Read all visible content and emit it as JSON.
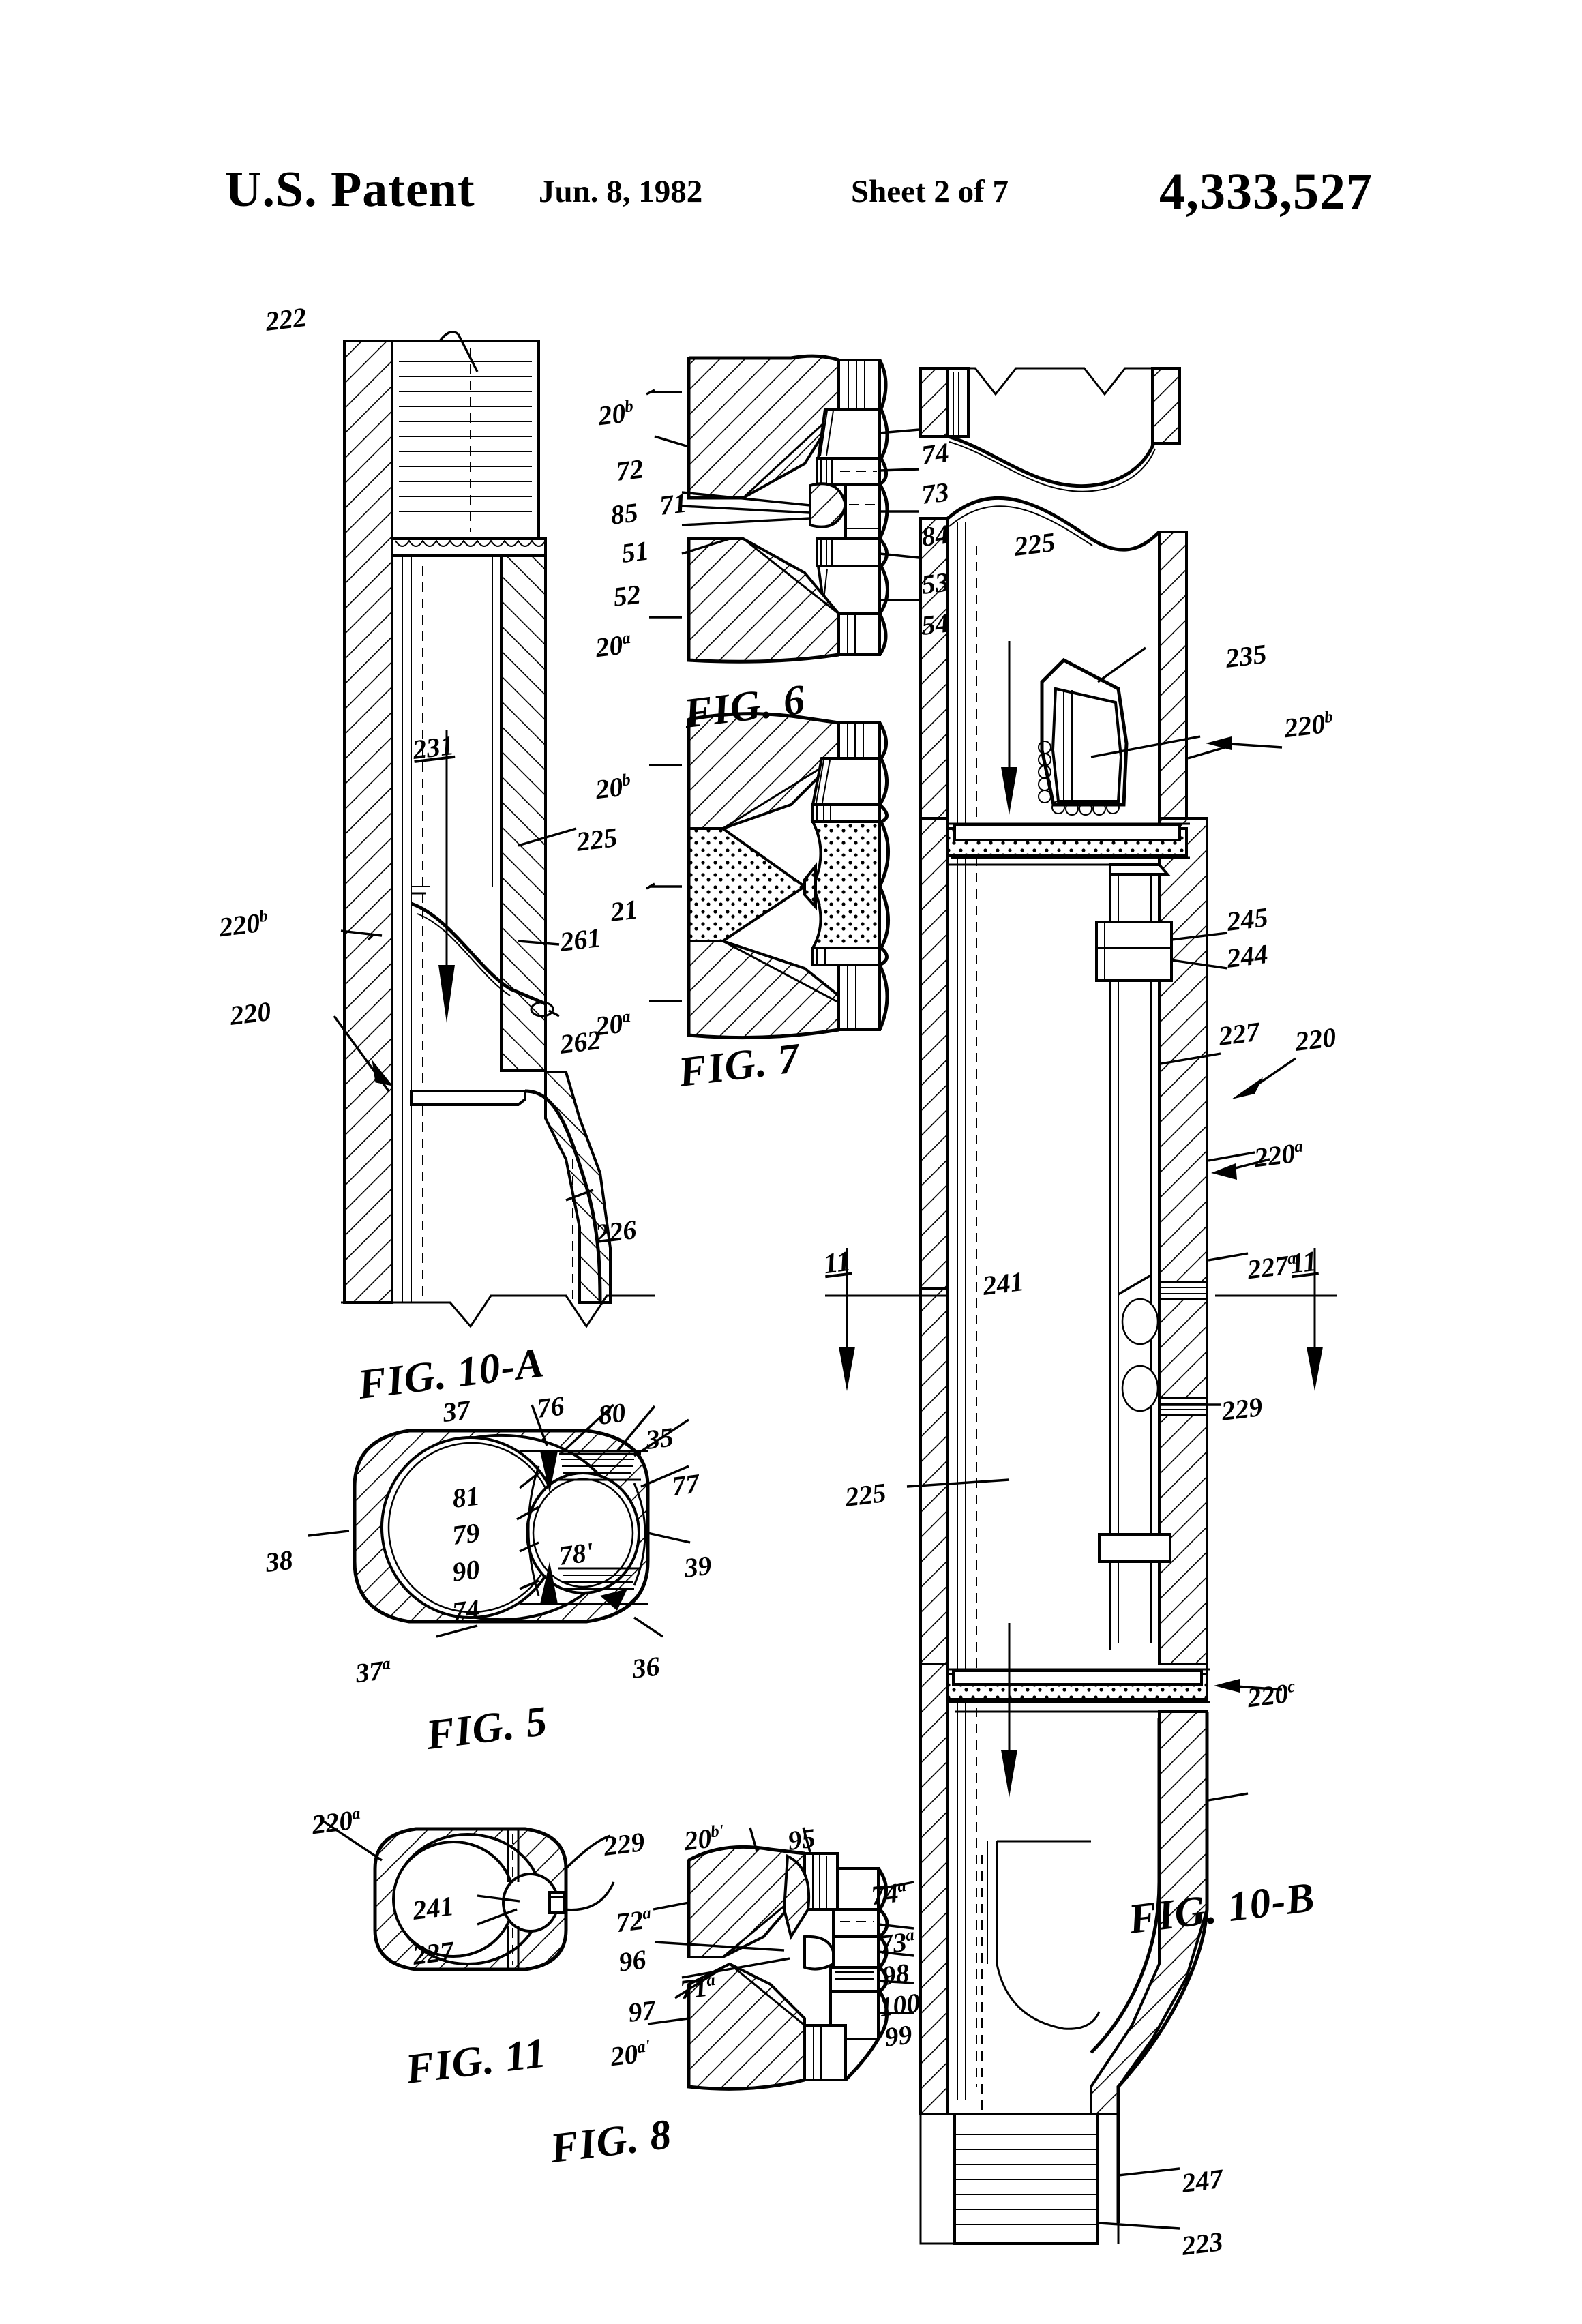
{
  "header": {
    "office": "U.S. Patent",
    "date": "Jun. 8, 1982",
    "sheet": "Sheet 2 of 7",
    "patent_number": "4,333,527"
  },
  "figures": [
    {
      "id": "fig10a",
      "caption": "FIG. 10-A",
      "labels": [
        {
          "text": "222",
          "sup": ""
        },
        {
          "text": "231",
          "sup": ""
        },
        {
          "text": "225",
          "sup": ""
        },
        {
          "text": "220",
          "sup": "b"
        },
        {
          "text": "220",
          "sup": ""
        },
        {
          "text": "261",
          "sup": ""
        },
        {
          "text": "262",
          "sup": ""
        },
        {
          "text": "226",
          "sup": ""
        }
      ]
    },
    {
      "id": "fig6",
      "caption": "FIG. 6",
      "labels": [
        {
          "text": "20",
          "sup": "b"
        },
        {
          "text": "72",
          "sup": ""
        },
        {
          "text": "85",
          "sup": ""
        },
        {
          "text": "71",
          "sup": ""
        },
        {
          "text": "51",
          "sup": ""
        },
        {
          "text": "52",
          "sup": ""
        },
        {
          "text": "20",
          "sup": "a"
        },
        {
          "text": "74",
          "sup": ""
        },
        {
          "text": "73",
          "sup": ""
        },
        {
          "text": "84",
          "sup": ""
        },
        {
          "text": "53",
          "sup": ""
        },
        {
          "text": "54",
          "sup": ""
        }
      ]
    },
    {
      "id": "fig7",
      "caption": "FIG. 7",
      "labels": [
        {
          "text": "20",
          "sup": "b"
        },
        {
          "text": "21",
          "sup": ""
        },
        {
          "text": "20",
          "sup": "a"
        }
      ]
    },
    {
      "id": "fig5",
      "caption": "FIG. 5",
      "labels": [
        {
          "text": "37",
          "sup": ""
        },
        {
          "text": "76",
          "sup": ""
        },
        {
          "text": "80",
          "sup": ""
        },
        {
          "text": "35",
          "sup": ""
        },
        {
          "text": "77",
          "sup": ""
        },
        {
          "text": "81",
          "sup": ""
        },
        {
          "text": "79",
          "sup": ""
        },
        {
          "text": "78'",
          "sup": ""
        },
        {
          "text": "90",
          "sup": ""
        },
        {
          "text": "74",
          "sup": ""
        },
        {
          "text": "38",
          "sup": ""
        },
        {
          "text": "39",
          "sup": ""
        },
        {
          "text": "37",
          "sup": "a"
        },
        {
          "text": "36",
          "sup": ""
        }
      ]
    },
    {
      "id": "fig11",
      "caption": "FIG. 11",
      "labels": [
        {
          "text": "220",
          "sup": "a"
        },
        {
          "text": "241",
          "sup": ""
        },
        {
          "text": "227",
          "sup": ""
        },
        {
          "text": "229",
          "sup": ""
        }
      ]
    },
    {
      "id": "fig8",
      "caption": "FIG. 8",
      "labels": [
        {
          "text": "20",
          "sup": "b'"
        },
        {
          "text": "95",
          "sup": ""
        },
        {
          "text": "72",
          "sup": "a"
        },
        {
          "text": "96",
          "sup": ""
        },
        {
          "text": "71",
          "sup": "a"
        },
        {
          "text": "97",
          "sup": ""
        },
        {
          "text": "20",
          "sup": "a'"
        },
        {
          "text": "74",
          "sup": "a"
        },
        {
          "text": "73",
          "sup": "a"
        },
        {
          "text": "98",
          "sup": ""
        },
        {
          "text": "100",
          "sup": ""
        },
        {
          "text": "99",
          "sup": ""
        }
      ]
    },
    {
      "id": "fig10b",
      "caption": "FIG. 10-B",
      "labels": [
        {
          "text": "225",
          "sup": ""
        },
        {
          "text": "235",
          "sup": ""
        },
        {
          "text": "220",
          "sup": "b"
        },
        {
          "text": "245",
          "sup": ""
        },
        {
          "text": "244",
          "sup": ""
        },
        {
          "text": "227",
          "sup": ""
        },
        {
          "text": "220",
          "sup": ""
        },
        {
          "text": "220",
          "sup": "a"
        },
        {
          "text": "241",
          "sup": ""
        },
        {
          "text": "227",
          "sup": "a"
        },
        {
          "text": "229",
          "sup": ""
        },
        {
          "text": "225",
          "sup": ""
        },
        {
          "text": "220",
          "sup": "c"
        },
        {
          "text": "247",
          "sup": ""
        },
        {
          "text": "223",
          "sup": ""
        }
      ],
      "section_marks": [
        {
          "text": "11",
          "side": "left"
        },
        {
          "text": "11",
          "side": "right"
        }
      ]
    }
  ],
  "fig10a": {
    "l222": "222",
    "l231": "231",
    "l225": "225",
    "l220b": "220",
    "l220b_sup": "b",
    "l220": "220",
    "l261": "261",
    "l262": "262",
    "l226": "226",
    "caption": "FIG. 10-A"
  },
  "fig6": {
    "l20b": "20",
    "l20b_sup": "b",
    "l72": "72",
    "l85": "85",
    "l71": "71",
    "l51": "51",
    "l52": "52",
    "l20a": "20",
    "l20a_sup": "a",
    "l74": "74",
    "l73": "73",
    "l84": "84",
    "l53": "53",
    "l54": "54",
    "caption": "FIG. 6"
  },
  "fig7": {
    "l20b": "20",
    "l20b_sup": "b",
    "l21": "21",
    "l20a": "20",
    "l20a_sup": "a",
    "caption": "FIG. 7"
  },
  "fig5": {
    "l37": "37",
    "l76": "76",
    "l80": "80",
    "l35": "35",
    "l77": "77",
    "l81": "81",
    "l79": "79",
    "l78": "78'",
    "l90": "90",
    "l74": "74",
    "l38": "38",
    "l39": "39",
    "l37a": "37",
    "l37a_sup": "a",
    "l36": "36",
    "caption": "FIG. 5"
  },
  "fig11": {
    "l220a": "220",
    "l220a_sup": "a",
    "l241": "241",
    "l227": "227",
    "l229": "229",
    "caption": "FIG. 11"
  },
  "fig8": {
    "l20b": "20",
    "l20b_sup": "b'",
    "l95": "95",
    "l72a": "72",
    "l72a_sup": "a",
    "l96": "96",
    "l71a": "71",
    "l71a_sup": "a",
    "l97": "97",
    "l20a": "20",
    "l20a_sup": "a'",
    "l74a": "74",
    "l74a_sup": "a",
    "l73a": "73",
    "l73a_sup": "a",
    "l98": "98",
    "l100": "100",
    "l99": "99",
    "caption": "FIG. 8"
  },
  "fig10b": {
    "l225t": "225",
    "l235": "235",
    "l220b": "220",
    "l220b_sup": "b",
    "l245": "245",
    "l244": "244",
    "l227": "227",
    "l220": "220",
    "l220a": "220",
    "l220a_sup": "a",
    "l241": "241",
    "l227a": "227",
    "l227a_sup": "a",
    "l229": "229",
    "l225b": "225",
    "l220c": "220",
    "l220c_sup": "c",
    "l247": "247",
    "l223": "223",
    "sec_left": "11",
    "sec_right": "11",
    "caption": "FIG. 10-B"
  }
}
